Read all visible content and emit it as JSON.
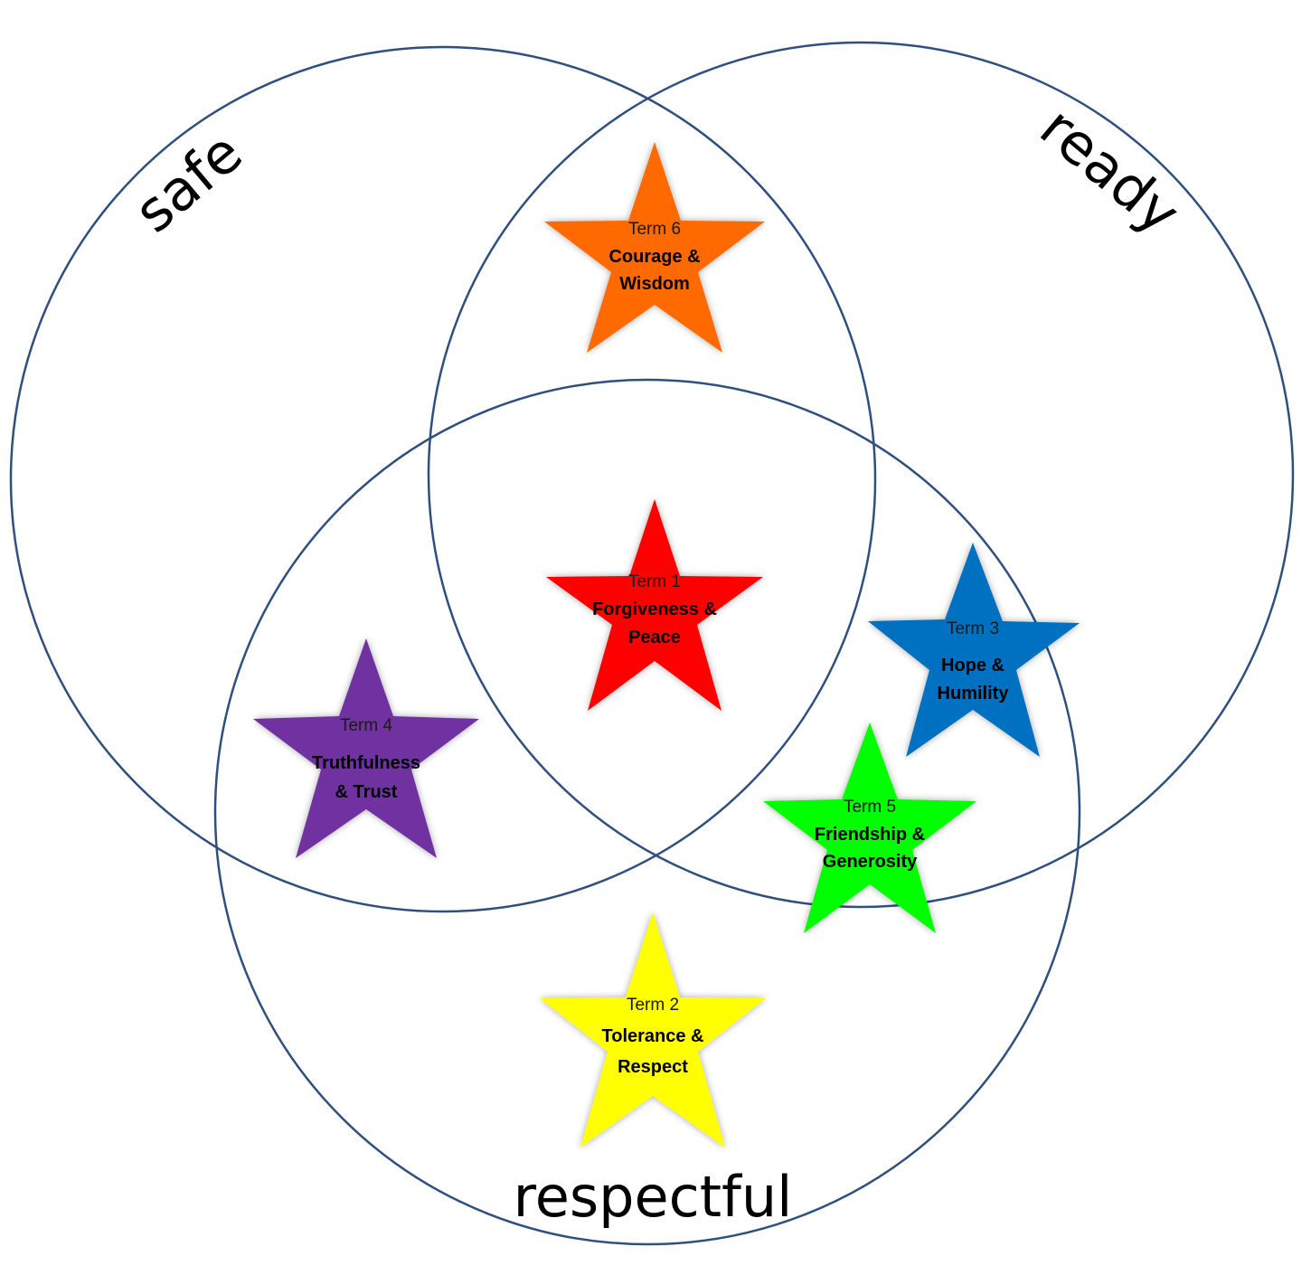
{
  "sets": [
    {
      "id": "safe",
      "label": "safe"
    },
    {
      "id": "ready",
      "label": "ready"
    },
    {
      "id": "respectful",
      "label": "respectful"
    }
  ],
  "stars": [
    {
      "id": "term6",
      "term": "Term 6",
      "value_lines": [
        "Courage &",
        "Wisdom"
      ],
      "color": "#ff6a00"
    },
    {
      "id": "term1",
      "term": "Term 1",
      "value_lines": [
        "Forgiveness &",
        "Peace"
      ],
      "color": "#ff0000"
    },
    {
      "id": "term3",
      "term": "Term 3",
      "value_lines": [
        "Hope &",
        "Humility"
      ],
      "color": "#0070c0"
    },
    {
      "id": "term4",
      "term": "Term 4",
      "value_lines": [
        "Truthfulness",
        "& Trust"
      ],
      "color": "#7030a0"
    },
    {
      "id": "term5",
      "term": "Term 5",
      "value_lines": [
        "Friendship &",
        "Generosity"
      ],
      "color": "#00ff00"
    },
    {
      "id": "term2",
      "term": "Term 2",
      "value_lines": [
        "Tolerance &",
        "Respect"
      ],
      "color": "#ffff00"
    }
  ]
}
